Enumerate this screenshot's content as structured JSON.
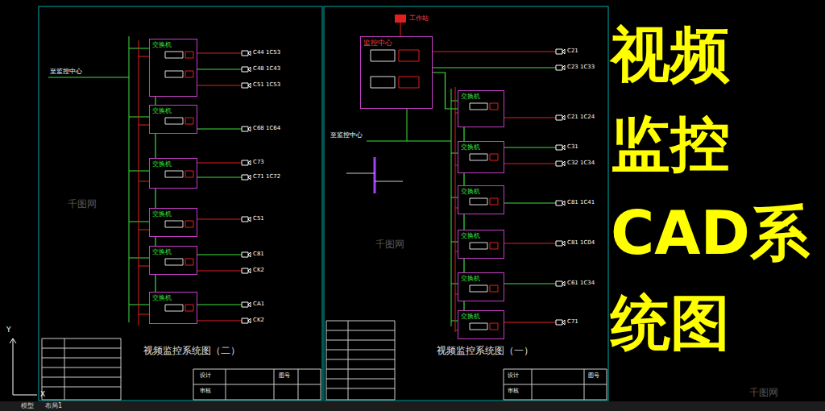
{
  "diagram": {
    "title": "视频 监控 CAD系 统图",
    "nodes": [
      {
        "text": [
          "交换机"
        ]
      },
      {
        "text": [
          "交换机"
        ]
      },
      {
        "text": [
          "交换机"
        ]
      },
      {
        "text": [
          "交换机"
        ]
      },
      {
        "text": [
          "交换机"
        ]
      },
      {
        "text": [
          "交换机"
        ]
      },
      {
        "text": [
          "监控中心"
        ]
      },
      {
        "text": [
          "交换机"
        ]
      },
      {
        "text": [
          "交换机"
        ]
      },
      {
        "text": [
          "交换机"
        ]
      },
      {
        "text": [
          "交换机"
        ]
      },
      {
        "text": [
          "交换机"
        ]
      },
      {
        "text": [
          "交换机"
        ]
      }
    ],
    "edges": [
      {
        "from": 0,
        "to": 1,
        "arrow": "none"
      },
      {
        "from": 1,
        "to": 2,
        "arrow": "none"
      },
      {
        "from": 2,
        "to": 3,
        "arrow": "none"
      },
      {
        "from": 3,
        "to": 4,
        "arrow": "none"
      },
      {
        "from": 4,
        "to": 5,
        "arrow": "none"
      },
      {
        "from": 6,
        "to": 7,
        "arrow": "none"
      },
      {
        "from": 7,
        "to": 8,
        "arrow": "none"
      },
      {
        "from": 8,
        "to": 9,
        "arrow": "none"
      },
      {
        "from": 9,
        "to": 10,
        "arrow": "none"
      },
      {
        "from": 10,
        "to": 11,
        "arrow": "none"
      },
      {
        "from": 11,
        "to": 12,
        "arrow": "none"
      }
    ],
    "labels": [
      "视频监控系统图（二）",
      "视频监控系统图（一）",
      "C44 1C53",
      "C48 1C43",
      "C51 1C53",
      "C68 1C64",
      "C73",
      "C71 1C72",
      "C51",
      "C81",
      "CK2",
      "CA1",
      "CK2",
      "C21",
      "C23 1C33",
      "C21 1C24",
      "C31",
      "C32 1C34",
      "C81 1C41",
      "C81 1C04",
      "C61 1C34",
      "C71",
      "至监控中心",
      "至监控中心",
      "工作站",
      "千图网",
      "千图网",
      "千图网",
      "Y",
      "X",
      "模型",
      "布局1",
      "设计",
      "审核",
      "图号",
      "设计",
      "审核",
      "图号"
    ]
  }
}
